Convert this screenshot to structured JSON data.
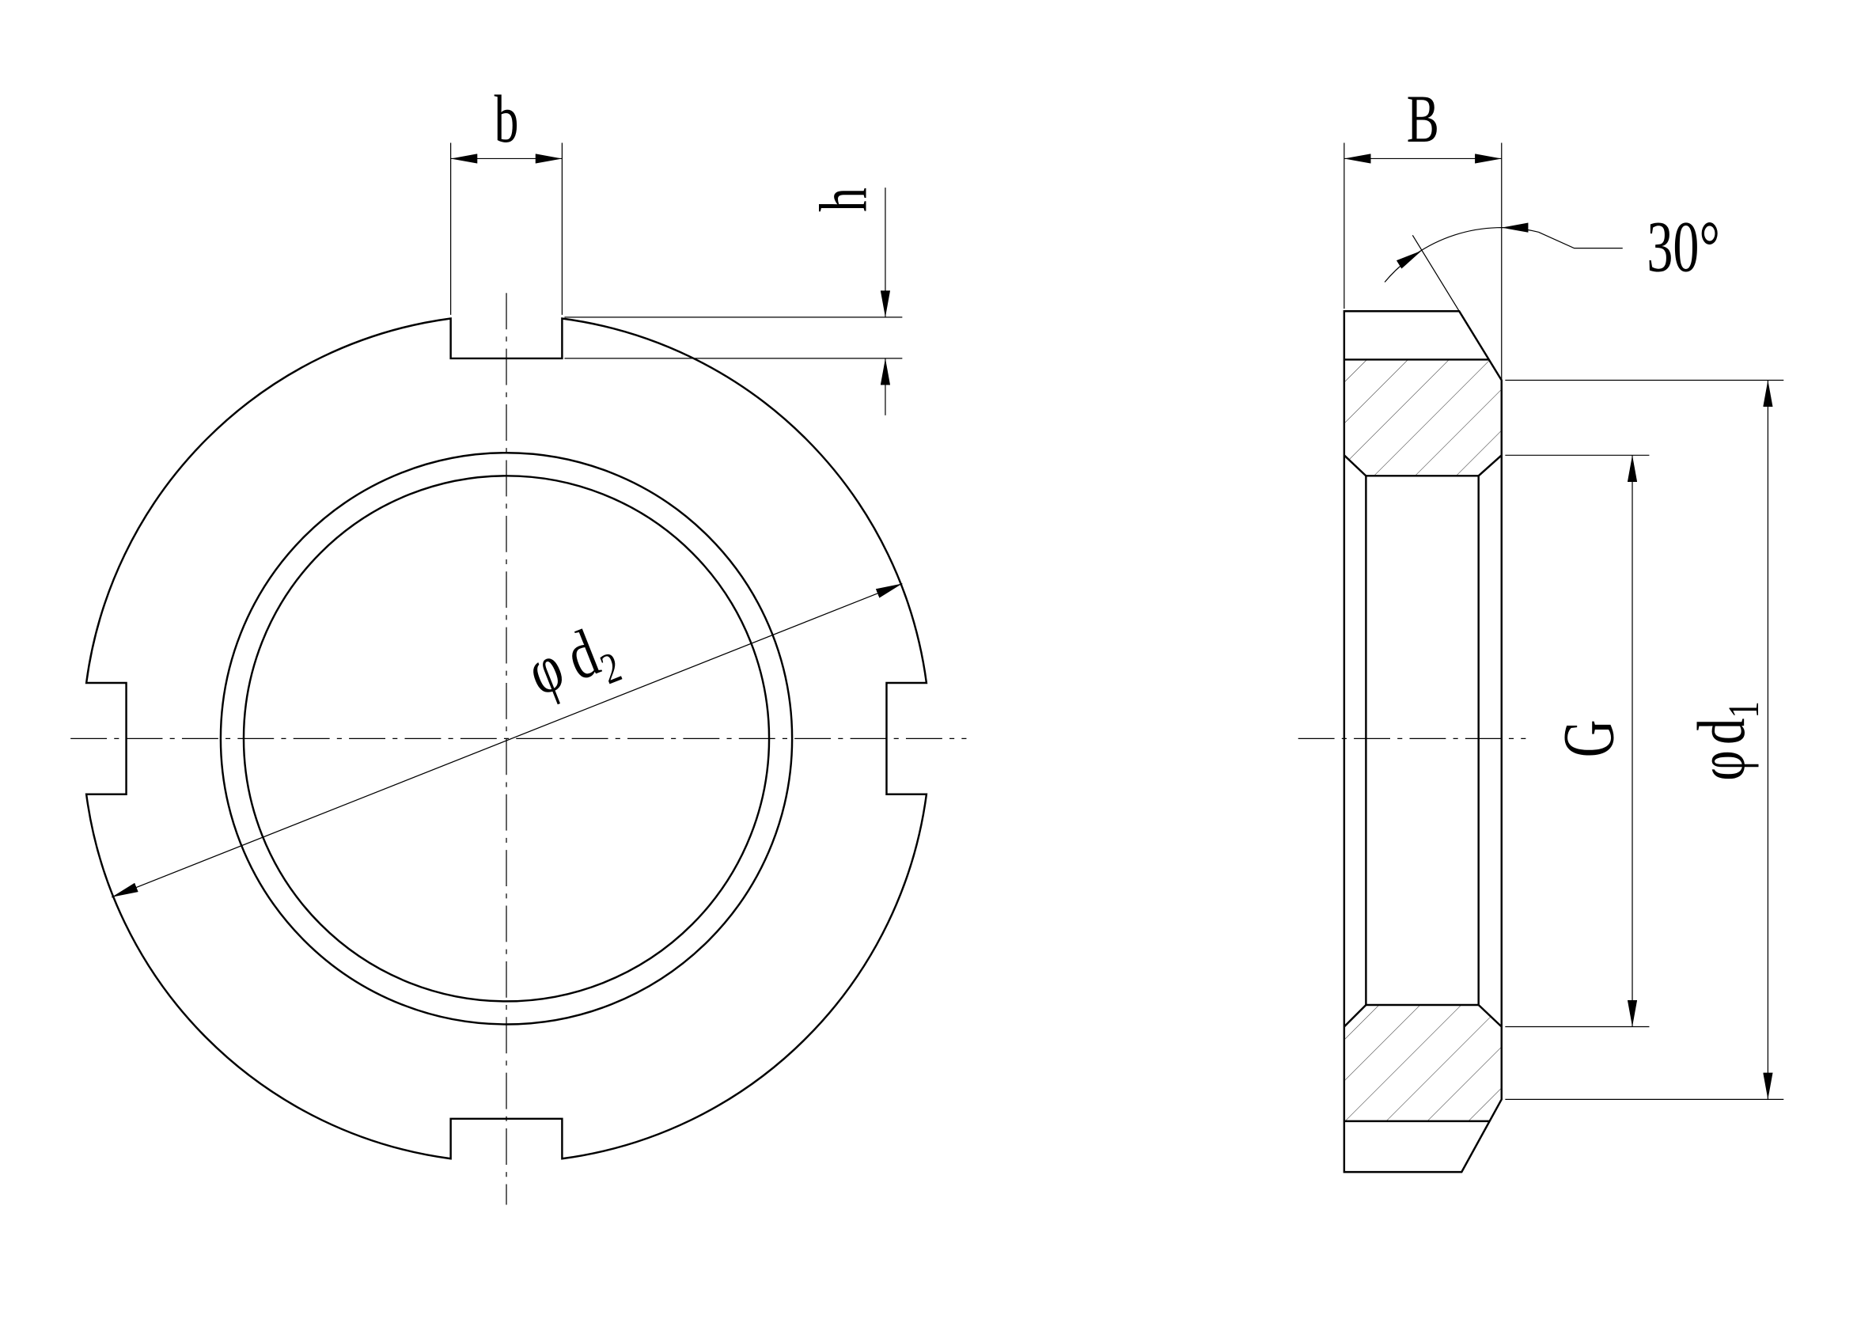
{
  "colors": {
    "line": "#000000",
    "background": "#ffffff"
  },
  "labels": {
    "b": "b",
    "h": "h",
    "B": "B",
    "angle": "30°",
    "G": "G",
    "d2": {
      "symbol": "φ",
      "letter": "d",
      "sub": "2"
    },
    "d1": {
      "symbol": "φ",
      "letter": "d",
      "sub": "1"
    }
  }
}
